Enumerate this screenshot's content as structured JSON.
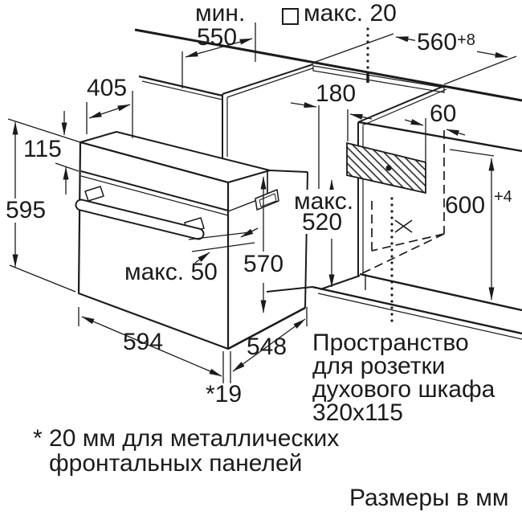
{
  "figure": {
    "type": "oven installation drawing",
    "labels": {
      "min": "мин.",
      "min_value": "550",
      "wall_gap": "макс. 20",
      "niche_width": "560",
      "niche_width_tol": "+8",
      "top_depth": "405",
      "fascia_height": "115",
      "oven_height": "595",
      "socket_left": "180",
      "socket_right": "60",
      "niche_height": "600",
      "niche_height_tol": "+4",
      "socket_max_label": "макс.",
      "socket_max_value": "520",
      "handle_depth": "макс. 50",
      "case_height": "570",
      "oven_width": "594",
      "oven_depth": "548",
      "door_gap": "*19"
    },
    "socket_note": [
      "Пространство",
      "для розетки",
      "духового шкафа",
      "320x115"
    ],
    "footnote": [
      "* 20 мм для металлических",
      "фронтальных панелей"
    ],
    "units_note": "Размеры в мм",
    "colors": {
      "line": "#1b1b1b",
      "background": "#ffffff"
    }
  }
}
